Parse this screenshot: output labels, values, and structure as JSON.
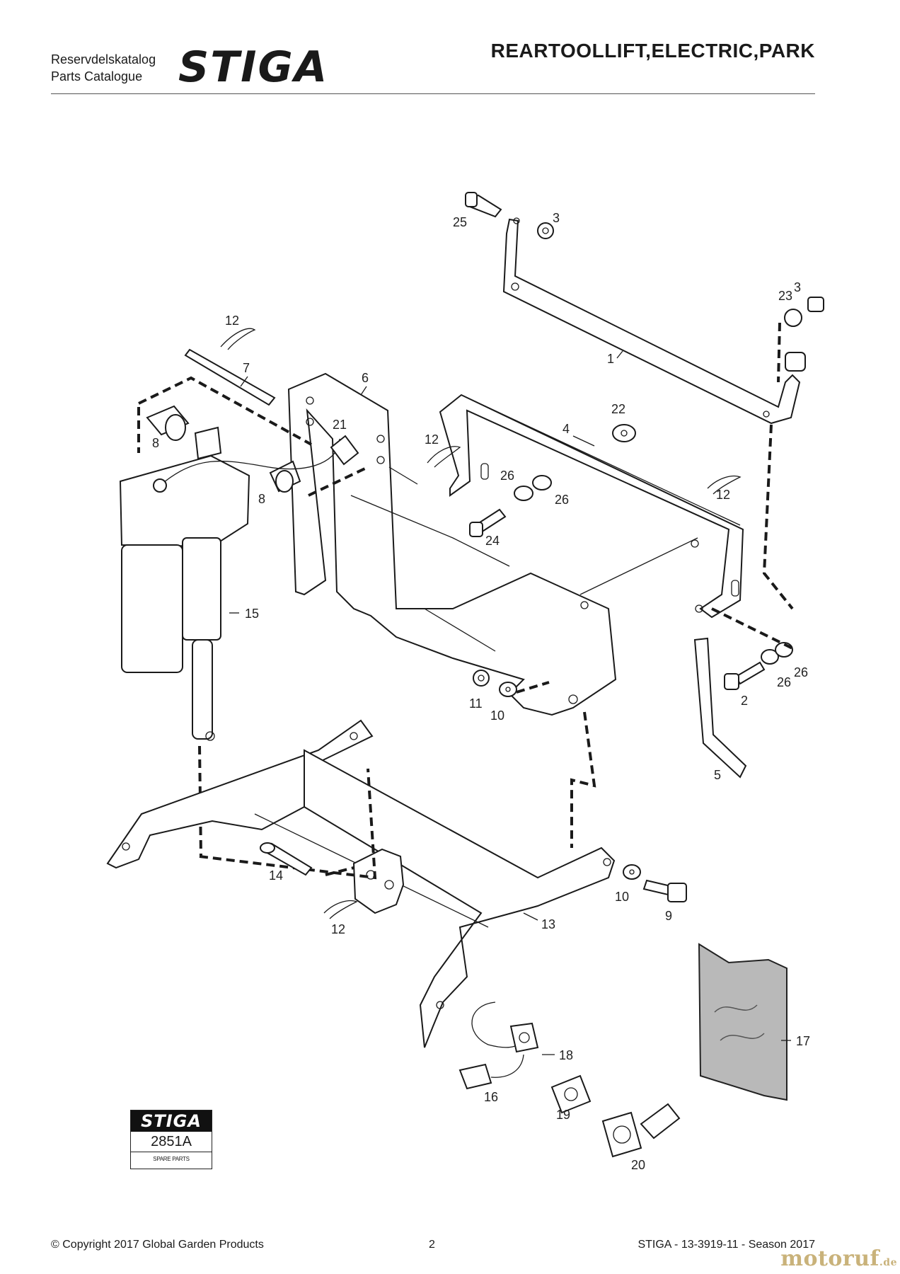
{
  "header": {
    "catalog_line1": "Reservdelskatalog",
    "catalog_line2": "Parts Catalogue",
    "logo_text": "STIGA",
    "title": "REARTOOLLIFT,ELECTRIC,PARK"
  },
  "callouts": {
    "c1": "1",
    "c2": "2",
    "c3a": "3",
    "c3b": "3",
    "c4": "4",
    "c5": "5",
    "c6": "6",
    "c7": "7",
    "c8a": "8",
    "c8b": "8",
    "c9": "9",
    "c10a": "10",
    "c10b": "10",
    "c11": "11",
    "c12a": "12",
    "c12b": "12",
    "c12c": "12",
    "c12d": "12",
    "c13": "13",
    "c14": "14",
    "c15": "15",
    "c16": "16",
    "c17": "17",
    "c18": "18",
    "c19": "19",
    "c20": "20",
    "c21": "21",
    "c22": "22",
    "c23": "23",
    "c24": "24",
    "c25": "25",
    "c26a": "26",
    "c26b": "26",
    "c26c": "26",
    "c26d": "26"
  },
  "badge": {
    "logo_text": "STIGA",
    "code": "2851A",
    "subtext": "SPARE PARTS"
  },
  "footer": {
    "copyright": "© Copyright 2017 Global Garden Products",
    "page": "2",
    "reference": "STIGA - 13-3919-11 - Season 2017"
  },
  "watermark": {
    "text": "motoruf",
    "suffix": ".de"
  }
}
